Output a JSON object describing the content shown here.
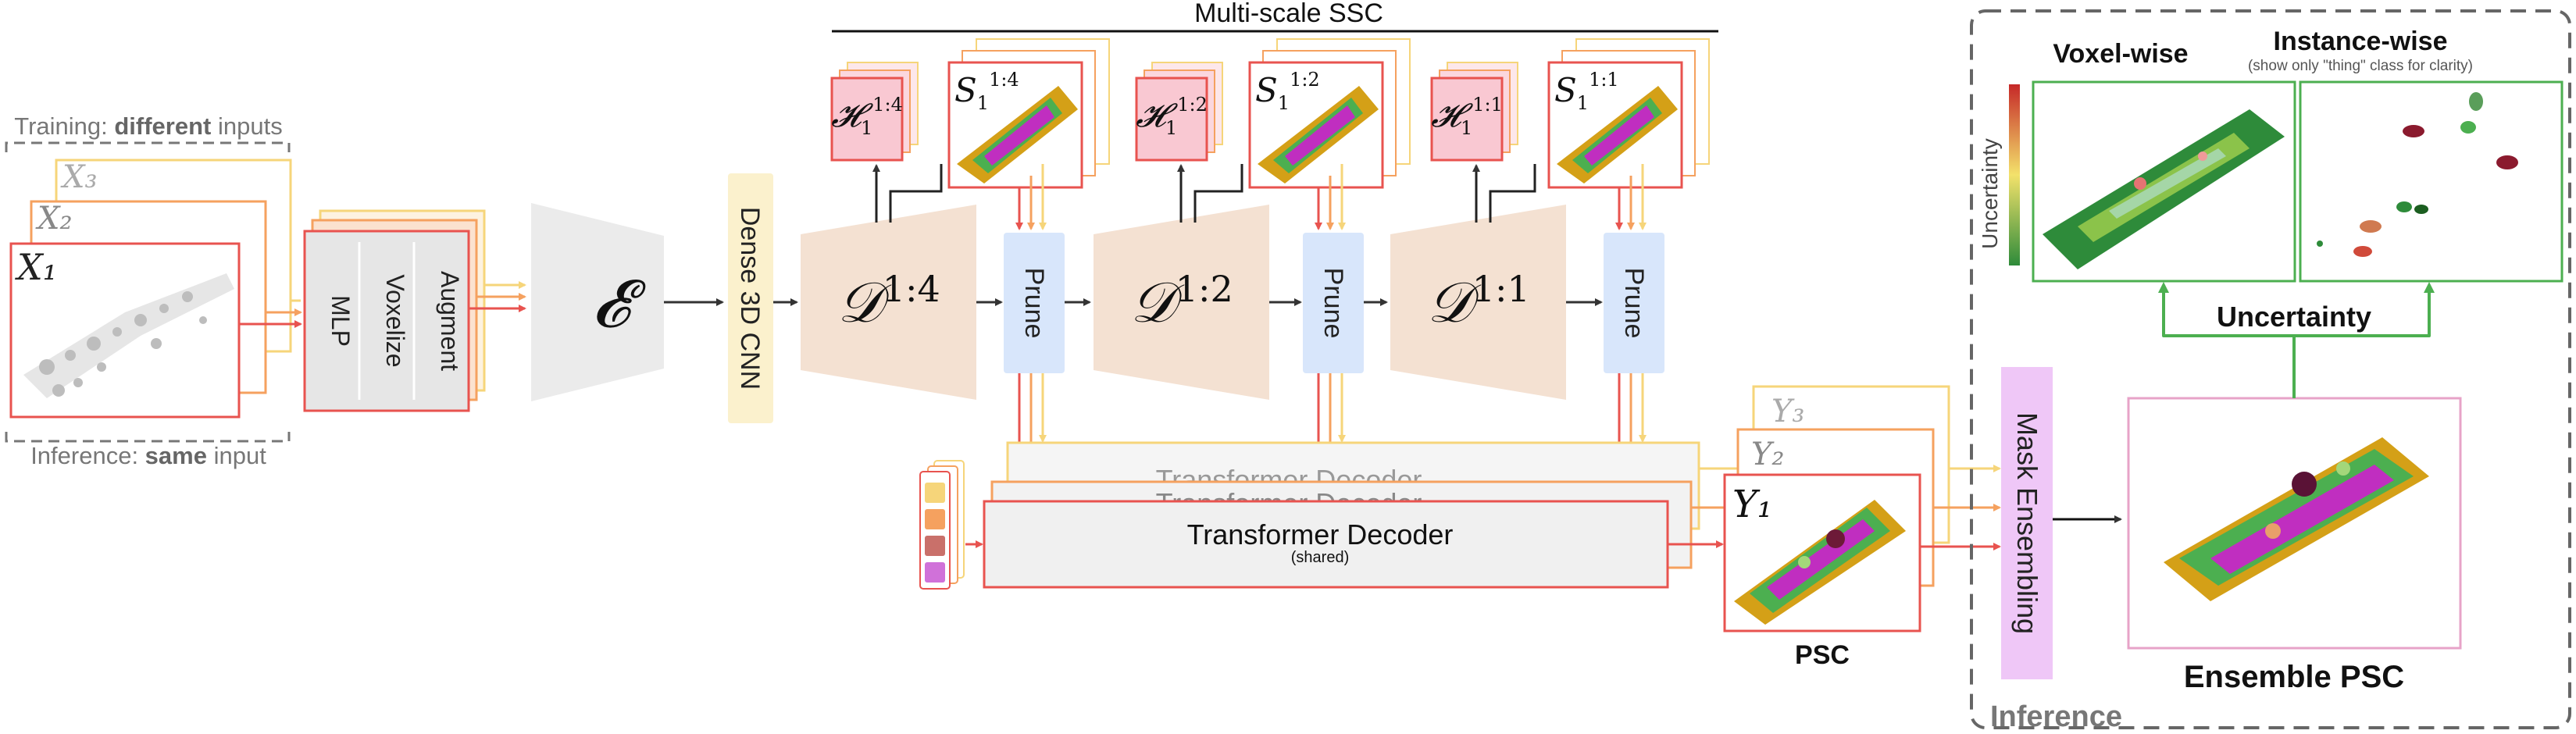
{
  "header": {
    "ssc_title": "Multi-scale SSC"
  },
  "inputs": {
    "training_prefix": "Training: ",
    "training_bold": "different",
    "training_suffix": " inputs",
    "inference_prefix": "Inference: ",
    "inference_bold": "same",
    "inference_suffix": " input",
    "x_labels": [
      "X₃",
      "X₂",
      "X₁"
    ]
  },
  "front_block": {
    "mlp": "MLP",
    "voxelize": "Voxelize",
    "augment": "Augment"
  },
  "encoder": {
    "symbol": "𝓔"
  },
  "dense_cnn": {
    "label": "Dense 3D CNN"
  },
  "decoders": [
    {
      "symbol": "𝒟",
      "scale": "1:4",
      "head": "𝓗",
      "head_sub": "1",
      "ssc": "S",
      "ssc_sub": "1"
    },
    {
      "symbol": "𝒟",
      "scale": "1:2",
      "head": "𝓗",
      "head_sub": "1",
      "ssc": "S",
      "ssc_sub": "1"
    },
    {
      "symbol": "𝒟",
      "scale": "1:1",
      "head": "𝓗",
      "head_sub": "1",
      "ssc": "S",
      "ssc_sub": "1"
    }
  ],
  "prune": {
    "label": "Prune"
  },
  "transformer": {
    "label": "Transformer Decoder",
    "sub_label": "(shared)",
    "ghost_label_1": "Transformer Decoder",
    "ghost_label_2": "Transformer Decoder"
  },
  "outputs": {
    "y_labels": [
      "Y₃",
      "Y₂",
      "Y₁"
    ],
    "psc_label": "PSC"
  },
  "inference": {
    "region_label": "Inference",
    "voxel_title": "Voxel-wise",
    "instance_title": "Instance-wise",
    "instance_note": "(show only \"thing\" class for clarity)",
    "uncertainty_axis": "Uncertainty",
    "uncertainty_caption": "Uncertainty",
    "mask_ensembling": "Mask Ensembling",
    "ensemble_label": "Ensemble PSC"
  },
  "colors": {
    "red": "#e8534f",
    "orange": "#f5a15f",
    "yellow": "#f6d57a",
    "encoder_gray": "#ebebeb",
    "decoder_tan": "#f4e1d2",
    "prune_blue": "#d8e6fb",
    "dense_cnn_yellow": "#fbf1cd",
    "head_pink": "#f9c8d2",
    "mask_violet": "#efc7f7",
    "green_arrow": "#4caf50"
  }
}
